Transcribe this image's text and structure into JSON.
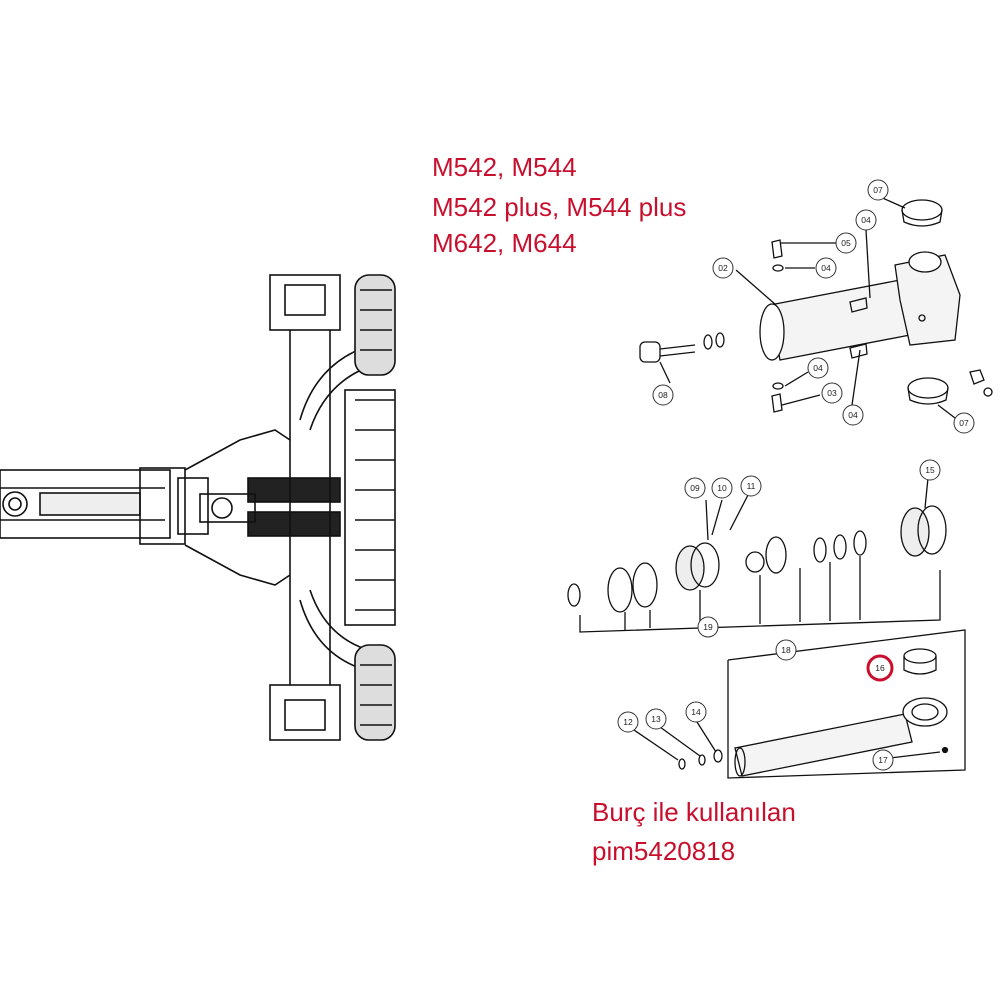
{
  "models": {
    "line1": "M542, M544",
    "line2": "M542 plus, M544 plus",
    "line3": "M642, M644"
  },
  "note": {
    "line1": "Burç ile kullanılan",
    "line2_prefix": "pim",
    "line2_code": "5420818"
  },
  "callouts": {
    "p07a": "07",
    "p04a": "04",
    "p05": "05",
    "p04b": "04",
    "p02": "02",
    "p08": "08",
    "p04c": "04",
    "p03": "03",
    "p04d": "04",
    "p07b": "07",
    "p09": "09",
    "p10": "10",
    "p11": "11",
    "p15": "15",
    "p19": "19",
    "p18": "18",
    "p16": "16",
    "p12": "12",
    "p13": "13",
    "p14": "14",
    "p17": "17"
  },
  "highlight_color": "#c8102e"
}
